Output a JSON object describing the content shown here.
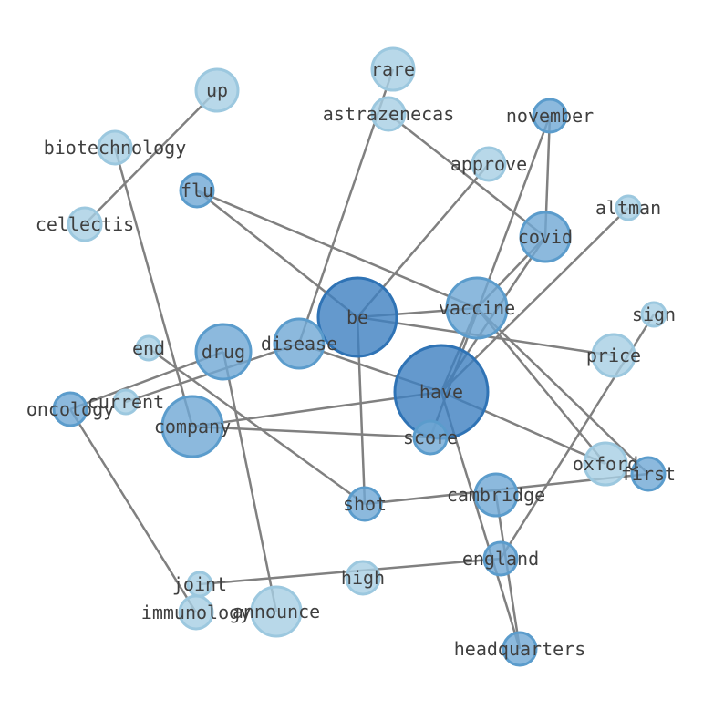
{
  "colors": {
    "light": "#a6cee3",
    "light_stroke": "#9cc8df",
    "mid": "#6fa8d4",
    "mid_stroke": "#5b9ccc",
    "dark": "#3d7fc0",
    "dark_stroke": "#2f73b5",
    "edge": "#808080",
    "label": "#3f3f3f"
  },
  "nodes": [
    {
      "id": "up",
      "label": "up",
      "tone": "light"
    },
    {
      "id": "rare",
      "label": "rare",
      "tone": "light"
    },
    {
      "id": "astrazenecas",
      "label": "astrazenecas",
      "tone": "light"
    },
    {
      "id": "november",
      "label": "november",
      "tone": "mid"
    },
    {
      "id": "biotechnology",
      "label": "biotechnology",
      "tone": "light"
    },
    {
      "id": "approve",
      "label": "approve",
      "tone": "light"
    },
    {
      "id": "flu",
      "label": "flu",
      "tone": "mid"
    },
    {
      "id": "altman",
      "label": "altman",
      "tone": "light"
    },
    {
      "id": "cellectis",
      "label": "cellectis",
      "tone": "light"
    },
    {
      "id": "covid",
      "label": "covid",
      "tone": "mid"
    },
    {
      "id": "sign",
      "label": "sign",
      "tone": "light"
    },
    {
      "id": "vaccine",
      "label": "vaccine",
      "tone": "mid"
    },
    {
      "id": "be",
      "label": "be",
      "tone": "dark"
    },
    {
      "id": "end",
      "label": "end",
      "tone": "light"
    },
    {
      "id": "drug",
      "label": "drug",
      "tone": "mid"
    },
    {
      "id": "disease",
      "label": "disease",
      "tone": "mid"
    },
    {
      "id": "price",
      "label": "price",
      "tone": "light"
    },
    {
      "id": "have",
      "label": "have",
      "tone": "dark"
    },
    {
      "id": "current",
      "label": "current",
      "tone": "light"
    },
    {
      "id": "oncology",
      "label": "oncology",
      "tone": "mid"
    },
    {
      "id": "company",
      "label": "company",
      "tone": "mid"
    },
    {
      "id": "score",
      "label": "score",
      "tone": "mid"
    },
    {
      "id": "oxford",
      "label": "oxford",
      "tone": "light"
    },
    {
      "id": "first",
      "label": "first",
      "tone": "mid"
    },
    {
      "id": "cambridge",
      "label": "cambridge",
      "tone": "mid"
    },
    {
      "id": "shot",
      "label": "shot",
      "tone": "mid"
    },
    {
      "id": "england",
      "label": "england",
      "tone": "mid"
    },
    {
      "id": "high",
      "label": "high",
      "tone": "light"
    },
    {
      "id": "joint",
      "label": "joint",
      "tone": "light"
    },
    {
      "id": "immunology",
      "label": "immunology",
      "tone": "light"
    },
    {
      "id": "announce",
      "label": "announce",
      "tone": "light"
    },
    {
      "id": "headquarters",
      "label": "headquarters",
      "tone": "mid"
    }
  ],
  "edges": [
    [
      "up",
      "cellectis"
    ],
    [
      "rare",
      "disease"
    ],
    [
      "astrazenecas",
      "covid"
    ],
    [
      "biotechnology",
      "company"
    ],
    [
      "approve",
      "be"
    ],
    [
      "november",
      "covid"
    ],
    [
      "november",
      "score"
    ],
    [
      "flu",
      "be"
    ],
    [
      "flu",
      "vaccine"
    ],
    [
      "altman",
      "have"
    ],
    [
      "covid",
      "vaccine"
    ],
    [
      "covid",
      "have"
    ],
    [
      "vaccine",
      "have"
    ],
    [
      "vaccine",
      "oxford"
    ],
    [
      "vaccine",
      "first"
    ],
    [
      "be",
      "price"
    ],
    [
      "be",
      "shot"
    ],
    [
      "be",
      "vaccine"
    ],
    [
      "disease",
      "have"
    ],
    [
      "drug",
      "announce"
    ],
    [
      "current",
      "disease"
    ],
    [
      "oncology",
      "drug"
    ],
    [
      "oncology",
      "immunology"
    ],
    [
      "company",
      "score"
    ],
    [
      "company",
      "have"
    ],
    [
      "have",
      "oxford"
    ],
    [
      "have",
      "headquarters"
    ],
    [
      "cambridge",
      "headquarters"
    ],
    [
      "shot",
      "first"
    ],
    [
      "end",
      "shot"
    ],
    [
      "sign",
      "england"
    ],
    [
      "joint",
      "england"
    ]
  ]
}
